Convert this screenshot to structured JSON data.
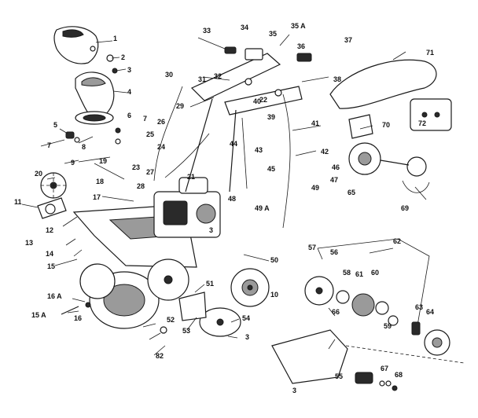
{
  "callouts": [
    {
      "id": "1",
      "label": "1"
    },
    {
      "id": "2",
      "label": "2"
    },
    {
      "id": "3a",
      "label": "3"
    },
    {
      "id": "4",
      "label": "4"
    },
    {
      "id": "5",
      "label": "5"
    },
    {
      "id": "6",
      "label": "6"
    },
    {
      "id": "7a",
      "label": "7"
    },
    {
      "id": "7b",
      "label": "7"
    },
    {
      "id": "8",
      "label": "8"
    },
    {
      "id": "9",
      "label": "9"
    },
    {
      "id": "10",
      "label": "10"
    },
    {
      "id": "11",
      "label": "11"
    },
    {
      "id": "12",
      "label": "12"
    },
    {
      "id": "13",
      "label": "13"
    },
    {
      "id": "14",
      "label": "14"
    },
    {
      "id": "15",
      "label": "15"
    },
    {
      "id": "15A",
      "label": "15 A"
    },
    {
      "id": "16",
      "label": "16"
    },
    {
      "id": "16A",
      "label": "16 A"
    },
    {
      "id": "17",
      "label": "17"
    },
    {
      "id": "18",
      "label": "18"
    },
    {
      "id": "19",
      "label": "19"
    },
    {
      "id": "20",
      "label": "20"
    },
    {
      "id": "21",
      "label": "21"
    },
    {
      "id": "22",
      "label": "22"
    },
    {
      "id": "23",
      "label": "23"
    },
    {
      "id": "24",
      "label": "24"
    },
    {
      "id": "25",
      "label": "25"
    },
    {
      "id": "26",
      "label": "26"
    },
    {
      "id": "27",
      "label": "27"
    },
    {
      "id": "28",
      "label": "28"
    },
    {
      "id": "29",
      "label": "29"
    },
    {
      "id": "30",
      "label": "30"
    },
    {
      "id": "31",
      "label": "31"
    },
    {
      "id": "32",
      "label": "32"
    },
    {
      "id": "33",
      "label": "33"
    },
    {
      "id": "34",
      "label": "34"
    },
    {
      "id": "35",
      "label": "35"
    },
    {
      "id": "35A",
      "label": "35 A"
    },
    {
      "id": "36",
      "label": "36"
    },
    {
      "id": "37",
      "label": "37"
    },
    {
      "id": "38",
      "label": "38"
    },
    {
      "id": "39",
      "label": "39"
    },
    {
      "id": "40",
      "label": "40"
    },
    {
      "id": "41",
      "label": "41"
    },
    {
      "id": "42",
      "label": "42"
    },
    {
      "id": "43",
      "label": "43"
    },
    {
      "id": "44",
      "label": "44"
    },
    {
      "id": "45",
      "label": "45"
    },
    {
      "id": "46",
      "label": "46"
    },
    {
      "id": "47",
      "label": "47"
    },
    {
      "id": "48",
      "label": "48"
    },
    {
      "id": "49",
      "label": "49"
    },
    {
      "id": "49A",
      "label": "49 A"
    },
    {
      "id": "50",
      "label": "50"
    },
    {
      "id": "51",
      "label": "51"
    },
    {
      "id": "52",
      "label": "52"
    },
    {
      "id": "53",
      "label": "53"
    },
    {
      "id": "54",
      "label": "54"
    },
    {
      "id": "55",
      "label": "55"
    },
    {
      "id": "56",
      "label": "56"
    },
    {
      "id": "57",
      "label": "57"
    },
    {
      "id": "58",
      "label": "58"
    },
    {
      "id": "59",
      "label": "59"
    },
    {
      "id": "60",
      "label": "60"
    },
    {
      "id": "61",
      "label": "61"
    },
    {
      "id": "62",
      "label": "62"
    },
    {
      "id": "63",
      "label": "63"
    },
    {
      "id": "64",
      "label": "64"
    },
    {
      "id": "65",
      "label": "65"
    },
    {
      "id": "66",
      "label": "66"
    },
    {
      "id": "67",
      "label": "67"
    },
    {
      "id": "68",
      "label": "68"
    },
    {
      "id": "69",
      "label": "69"
    },
    {
      "id": "70",
      "label": "70"
    },
    {
      "id": "71",
      "label": "71"
    },
    {
      "id": "72",
      "label": "72"
    },
    {
      "id": "3b",
      "label": "3"
    },
    {
      "id": "3c",
      "label": "3"
    },
    {
      "id": "3d",
      "label": "3"
    },
    {
      "id": "82",
      "label": "82"
    }
  ]
}
